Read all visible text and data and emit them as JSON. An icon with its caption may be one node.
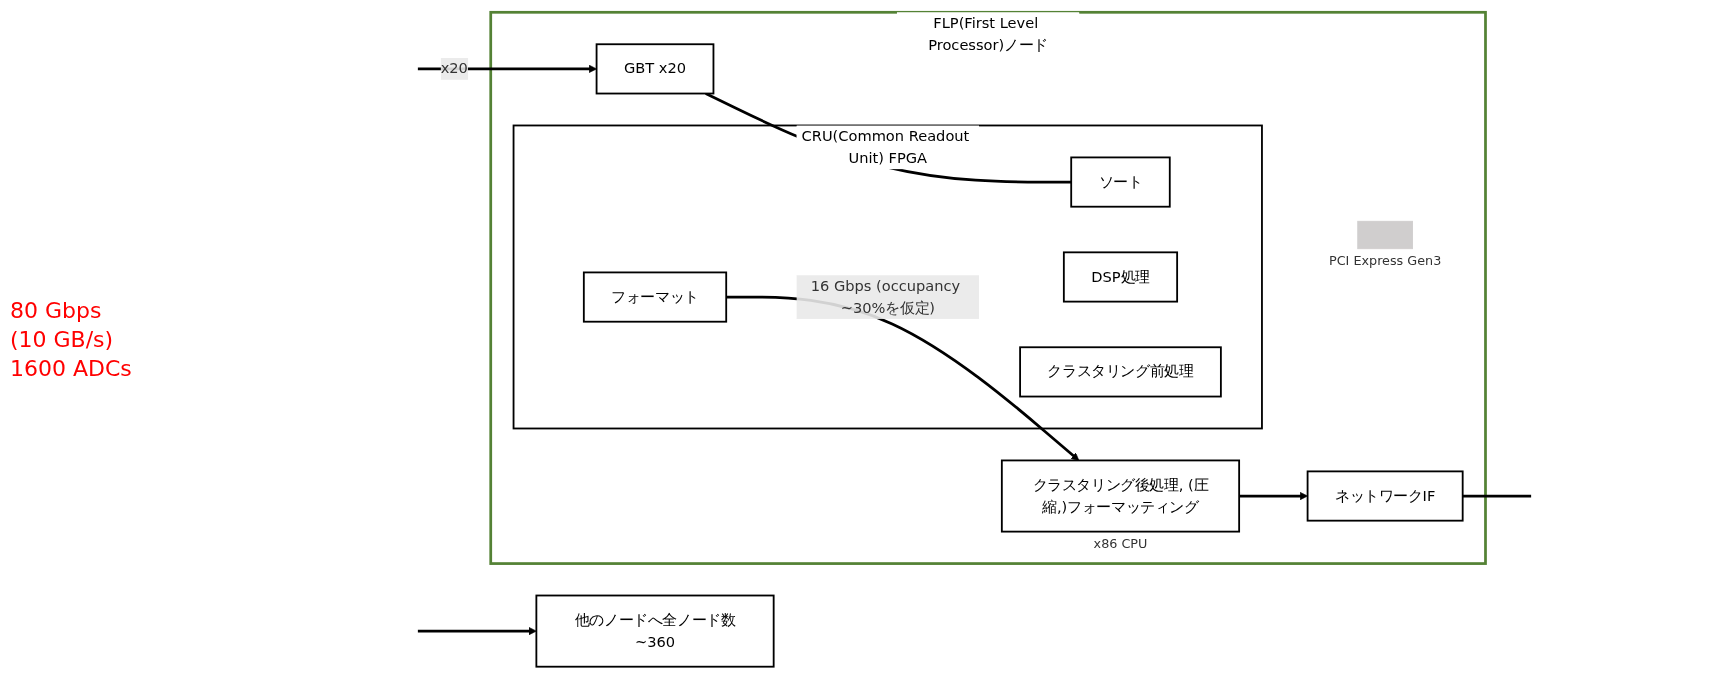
{
  "diagram": {
    "nodes": [
      {
        "text": [
          "FLP(First Level Processor)ノード"
        ]
      },
      {
        "text": [
          "CRU(Common Readout Unit) FPGA"
        ],
        "in": 0
      },
      {
        "text": [
          "GBT x20"
        ],
        "in": 0
      },
      {
        "text": [
          "ソート"
        ],
        "in": 1
      },
      {
        "text": [
          "DSP処理"
        ],
        "in": 1
      },
      {
        "text": [
          "クラスタリング前処理"
        ],
        "in": 1
      },
      {
        "text": [
          "フォーマット"
        ],
        "in": 1
      },
      {
        "text": [
          "クラスタリング後処理, (圧縮,)フォーマッティング"
        ],
        "in": 0,
        "beside": [
          "x86 CPU"
        ]
      },
      {
        "text": [],
        "shape": "box",
        "in": 0,
        "beside": [
          "PCI Express Gen3"
        ]
      },
      {
        "text": [
          "ネットワークIF"
        ],
        "in": 0
      },
      {
        "text": [
          "他のノードへ全ノード数~360"
        ]
      }
    ],
    "edges": [
      {
        "from": null,
        "to": 10,
        "arrow": "to"
      },
      {
        "from": null,
        "to": 2,
        "arrow": "to",
        "label": "x20"
      },
      {
        "from": 2,
        "to": 3,
        "arrow": "none"
      },
      {
        "from": 6,
        "to": 7,
        "arrow": "to",
        "label": "16 Gbps (occupancy ~30%を仮定)"
      },
      {
        "from": 7,
        "to": 9,
        "arrow": "to"
      },
      {
        "from": 9,
        "to": null,
        "arrow": "none"
      }
    ],
    "labels": [
      "80 Gbps",
      "(10 GB/s)",
      "1600 ADCs"
    ]
  }
}
